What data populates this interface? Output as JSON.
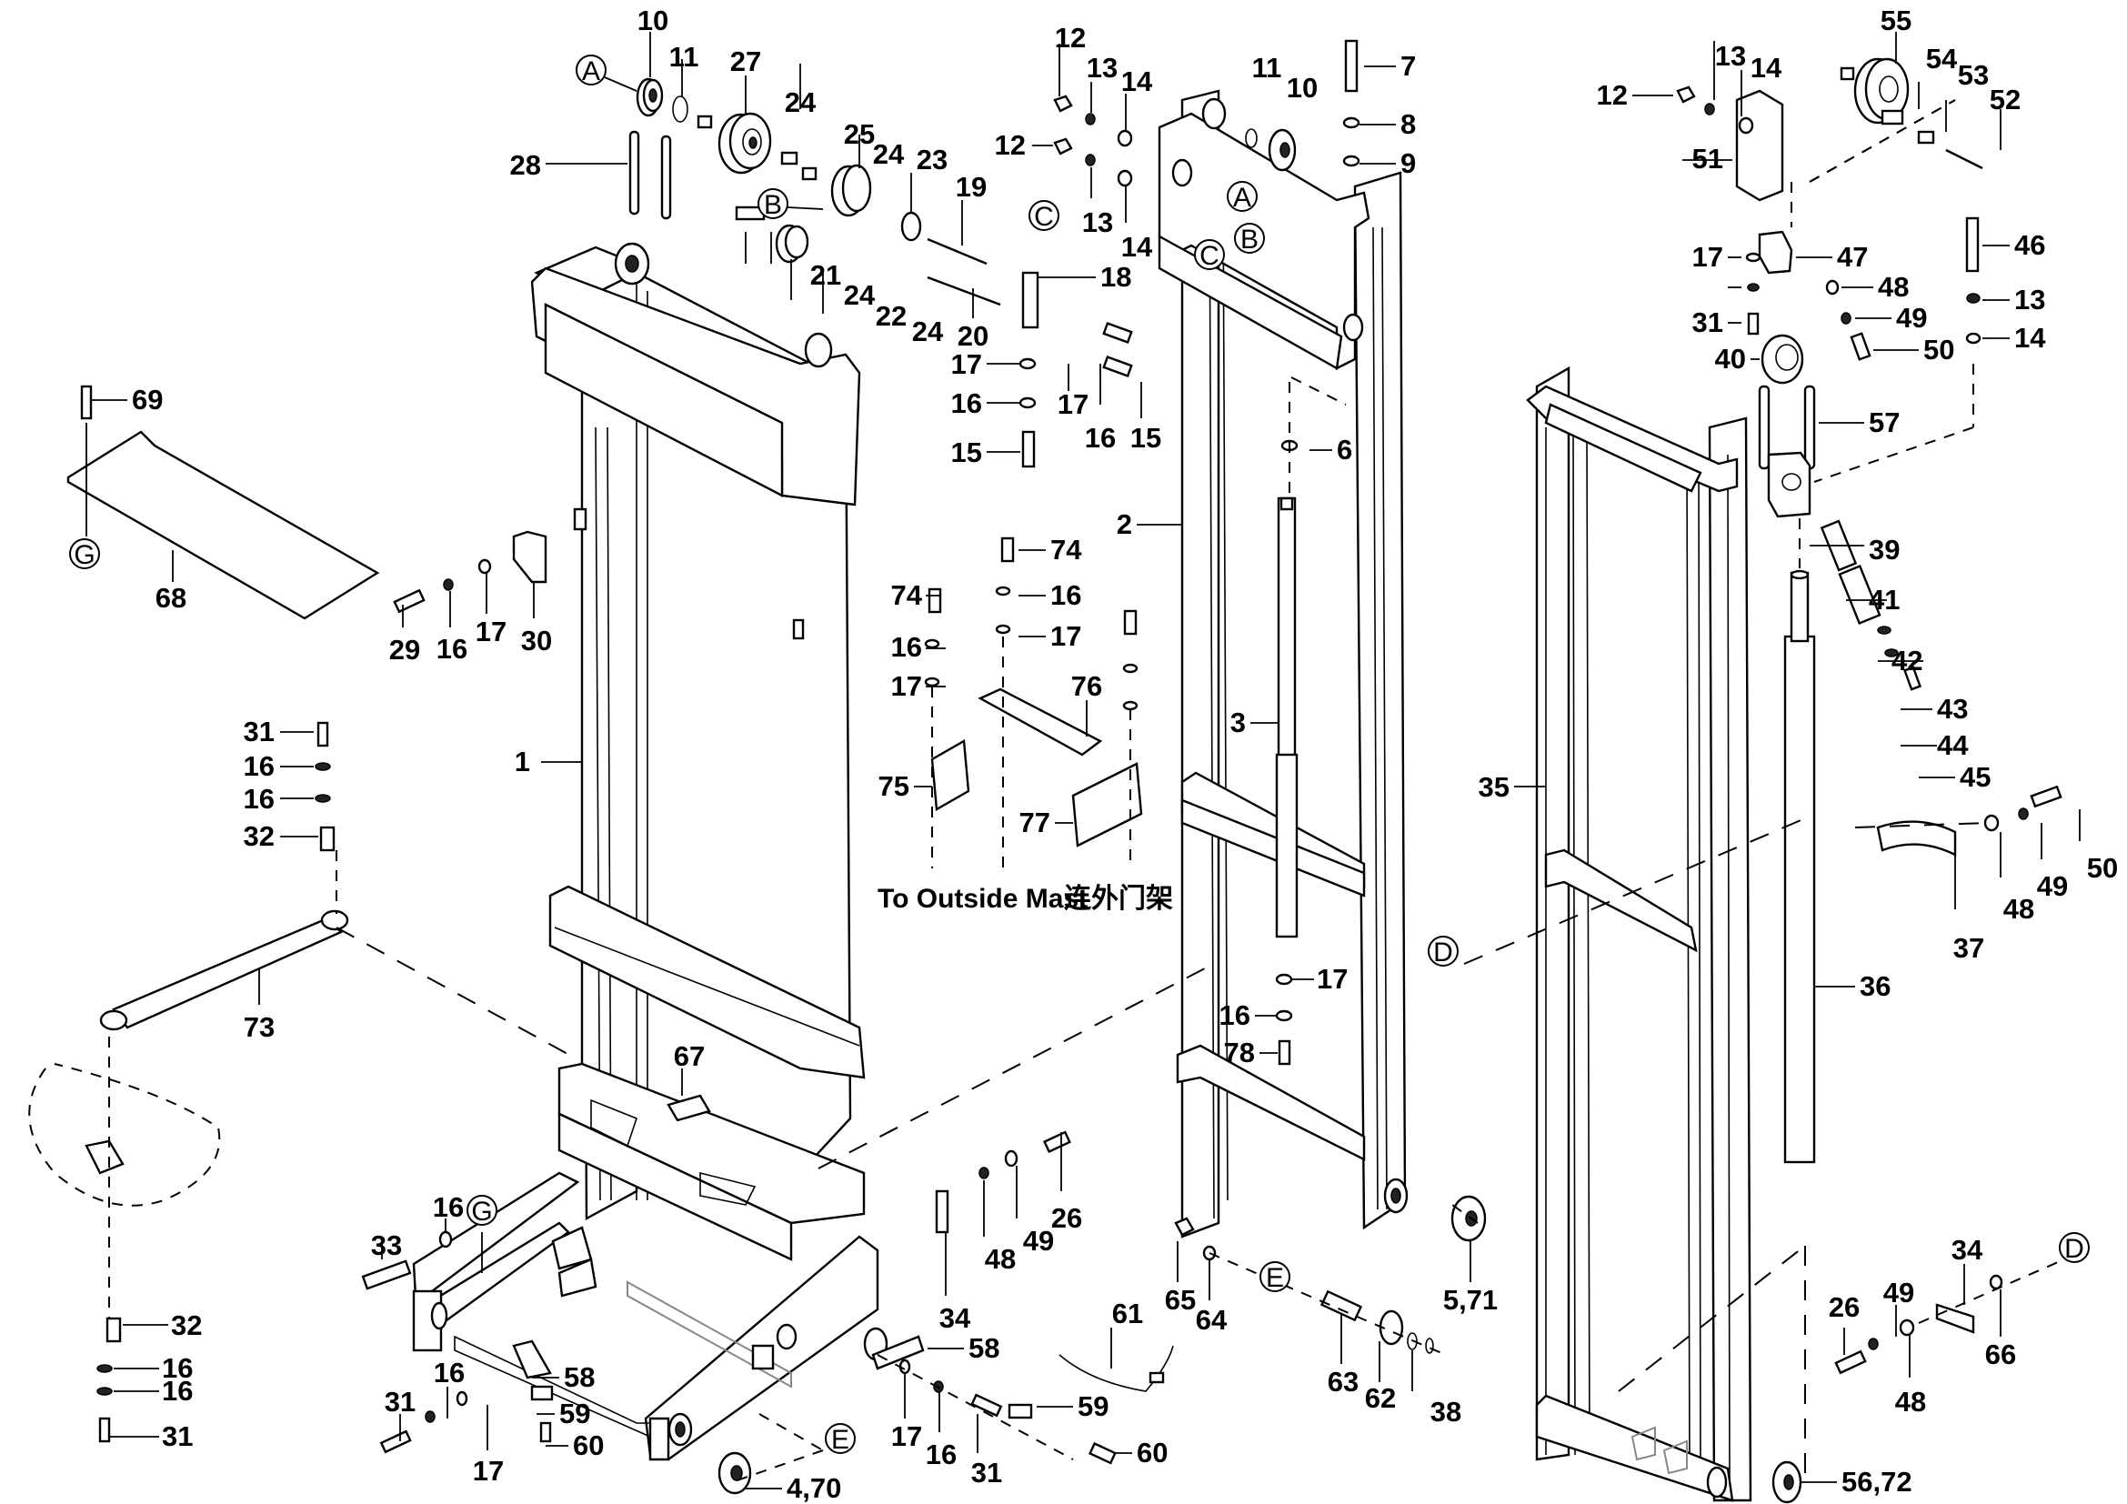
{
  "title": "Mast assembly exploded parts diagram",
  "note": {
    "english": "To Outside Mast",
    "chinese": "连外门架"
  },
  "reference_letters": [
    "A",
    "B",
    "C",
    "D",
    "E",
    "G"
  ],
  "callouts": [
    {
      "id": "c1",
      "label": "1"
    },
    {
      "id": "c2",
      "label": "2"
    },
    {
      "id": "c3",
      "label": "3"
    },
    {
      "id": "c6",
      "label": "6"
    },
    {
      "id": "c7",
      "label": "7"
    },
    {
      "id": "c8",
      "label": "8"
    },
    {
      "id": "c9",
      "label": "9"
    },
    {
      "id": "c10a",
      "label": "10"
    },
    {
      "id": "c10b",
      "label": "10"
    },
    {
      "id": "c11a",
      "label": "11"
    },
    {
      "id": "c11b",
      "label": "11"
    },
    {
      "id": "c12a",
      "label": "12"
    },
    {
      "id": "c12b",
      "label": "12"
    },
    {
      "id": "c12c",
      "label": "12"
    },
    {
      "id": "c13a",
      "label": "13"
    },
    {
      "id": "c13b",
      "label": "13"
    },
    {
      "id": "c13c",
      "label": "13"
    },
    {
      "id": "c13d",
      "label": "13"
    },
    {
      "id": "c14a",
      "label": "14"
    },
    {
      "id": "c14b",
      "label": "14"
    },
    {
      "id": "c14c",
      "label": "14"
    },
    {
      "id": "c14d",
      "label": "14"
    },
    {
      "id": "c15a",
      "label": "15"
    },
    {
      "id": "c15b",
      "label": "15"
    },
    {
      "id": "c16a",
      "label": "16"
    },
    {
      "id": "c16b",
      "label": "16"
    },
    {
      "id": "c16c",
      "label": "16"
    },
    {
      "id": "c16d",
      "label": "16"
    },
    {
      "id": "c16e",
      "label": "16"
    },
    {
      "id": "c16f",
      "label": "16"
    },
    {
      "id": "c16g",
      "label": "16"
    },
    {
      "id": "c16h",
      "label": "16"
    },
    {
      "id": "c16i",
      "label": "16"
    },
    {
      "id": "c16j",
      "label": "16"
    },
    {
      "id": "c16k",
      "label": "16"
    },
    {
      "id": "c16l",
      "label": "16"
    },
    {
      "id": "c16m",
      "label": "16"
    },
    {
      "id": "c17a",
      "label": "17"
    },
    {
      "id": "c17b",
      "label": "17"
    },
    {
      "id": "c17c",
      "label": "17"
    },
    {
      "id": "c17d",
      "label": "17"
    },
    {
      "id": "c17e",
      "label": "17"
    },
    {
      "id": "c17f",
      "label": "17"
    },
    {
      "id": "c17g",
      "label": "17"
    },
    {
      "id": "c17h",
      "label": "17"
    },
    {
      "id": "c17i",
      "label": "17"
    },
    {
      "id": "c18",
      "label": "18"
    },
    {
      "id": "c19",
      "label": "19"
    },
    {
      "id": "c20",
      "label": "20"
    },
    {
      "id": "c21",
      "label": "21"
    },
    {
      "id": "c22",
      "label": "22"
    },
    {
      "id": "c23",
      "label": "23"
    },
    {
      "id": "c24a",
      "label": "24"
    },
    {
      "id": "c24b",
      "label": "24"
    },
    {
      "id": "c24c",
      "label": "24"
    },
    {
      "id": "c24d",
      "label": "24"
    },
    {
      "id": "c25",
      "label": "25"
    },
    {
      "id": "c26a",
      "label": "26"
    },
    {
      "id": "c26b",
      "label": "26"
    },
    {
      "id": "c27",
      "label": "27"
    },
    {
      "id": "c28",
      "label": "28"
    },
    {
      "id": "c29",
      "label": "29"
    },
    {
      "id": "c30",
      "label": "30"
    },
    {
      "id": "c31a",
      "label": "31"
    },
    {
      "id": "c31b",
      "label": "31"
    },
    {
      "id": "c31c",
      "label": "31"
    },
    {
      "id": "c31d",
      "label": "31"
    },
    {
      "id": "c31e",
      "label": "31"
    },
    {
      "id": "c32a",
      "label": "32"
    },
    {
      "id": "c32b",
      "label": "32"
    },
    {
      "id": "c33",
      "label": "33"
    },
    {
      "id": "c34a",
      "label": "34"
    },
    {
      "id": "c34b",
      "label": "34"
    },
    {
      "id": "c35",
      "label": "35"
    },
    {
      "id": "c36",
      "label": "36"
    },
    {
      "id": "c37",
      "label": "37"
    },
    {
      "id": "c38",
      "label": "38"
    },
    {
      "id": "c39",
      "label": "39"
    },
    {
      "id": "c40",
      "label": "40"
    },
    {
      "id": "c41",
      "label": "41"
    },
    {
      "id": "c42",
      "label": "42"
    },
    {
      "id": "c43",
      "label": "43"
    },
    {
      "id": "c44",
      "label": "44"
    },
    {
      "id": "c45",
      "label": "45"
    },
    {
      "id": "c46",
      "label": "46"
    },
    {
      "id": "c47",
      "label": "47"
    },
    {
      "id": "c48a",
      "label": "48"
    },
    {
      "id": "c48b",
      "label": "48"
    },
    {
      "id": "c48c",
      "label": "48"
    },
    {
      "id": "c48d",
      "label": "48"
    },
    {
      "id": "c49a",
      "label": "49"
    },
    {
      "id": "c49b",
      "label": "49"
    },
    {
      "id": "c49c",
      "label": "49"
    },
    {
      "id": "c49d",
      "label": "49"
    },
    {
      "id": "c50a",
      "label": "50"
    },
    {
      "id": "c50b",
      "label": "50"
    },
    {
      "id": "c51",
      "label": "51"
    },
    {
      "id": "c52",
      "label": "52"
    },
    {
      "id": "c53",
      "label": "53"
    },
    {
      "id": "c54",
      "label": "54"
    },
    {
      "id": "c55",
      "label": "55"
    },
    {
      "id": "c56",
      "label": "56,72"
    },
    {
      "id": "c57",
      "label": "57"
    },
    {
      "id": "c58a",
      "label": "58"
    },
    {
      "id": "c58b",
      "label": "58"
    },
    {
      "id": "c59a",
      "label": "59"
    },
    {
      "id": "c59b",
      "label": "59"
    },
    {
      "id": "c60a",
      "label": "60"
    },
    {
      "id": "c60b",
      "label": "60"
    },
    {
      "id": "c61",
      "label": "61"
    },
    {
      "id": "c62",
      "label": "62"
    },
    {
      "id": "c63",
      "label": "63"
    },
    {
      "id": "c64",
      "label": "64"
    },
    {
      "id": "c65",
      "label": "65"
    },
    {
      "id": "c66",
      "label": "66"
    },
    {
      "id": "c67",
      "label": "67"
    },
    {
      "id": "c68",
      "label": "68"
    },
    {
      "id": "c69",
      "label": "69"
    },
    {
      "id": "c70",
      "label": "4,70"
    },
    {
      "id": "c71",
      "label": "5,71"
    },
    {
      "id": "c73",
      "label": "73"
    },
    {
      "id": "c74a",
      "label": "74"
    },
    {
      "id": "c74b",
      "label": "74"
    },
    {
      "id": "c75",
      "label": "75"
    },
    {
      "id": "c76",
      "label": "76"
    },
    {
      "id": "c77",
      "label": "77"
    },
    {
      "id": "c78",
      "label": "78"
    }
  ]
}
